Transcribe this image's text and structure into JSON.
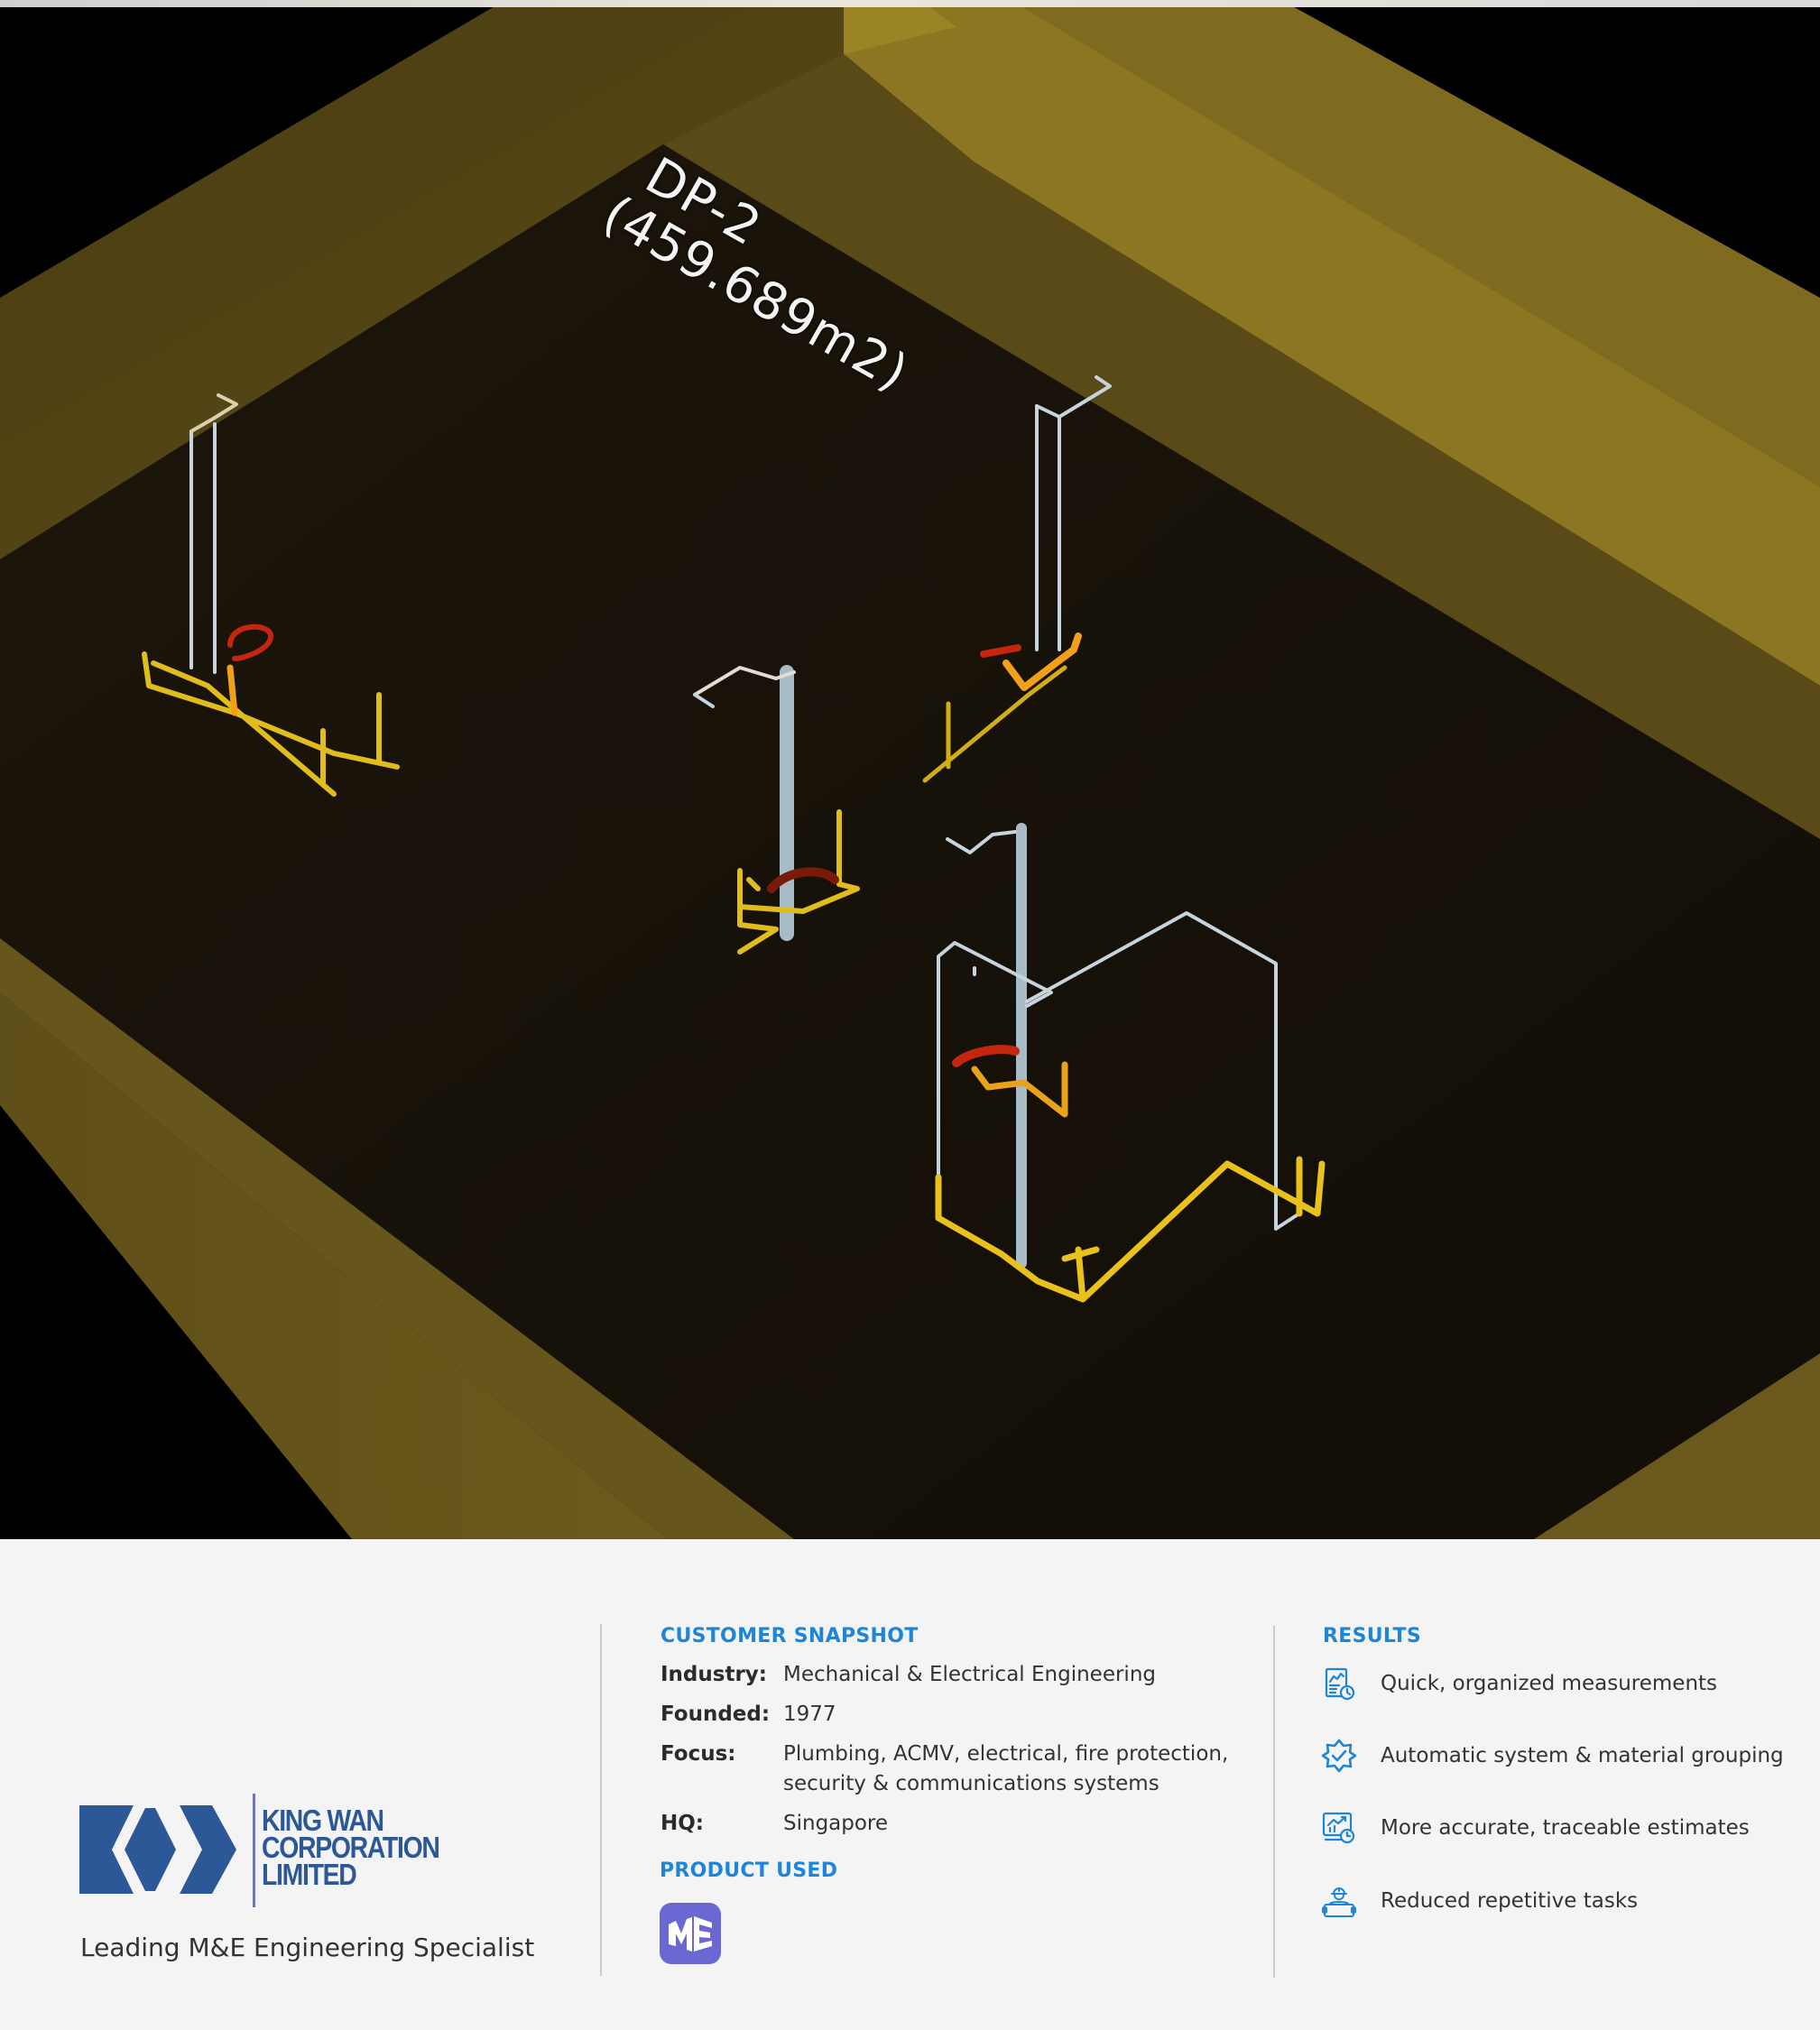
{
  "viewport": {
    "area_label": {
      "name": "DP-2",
      "area": "(459.689m2)"
    },
    "colors": {
      "background": "#000000",
      "floor": "#15100a",
      "beam_light": "#8c7622",
      "beam_mid": "#5e4e1a",
      "beam_dark": "#4a3d12",
      "pipe_white": "#c8d4dc",
      "pipe_yellow": "#e8c21a",
      "fitting_red": "#c4260e"
    }
  },
  "company": {
    "logo_text_line1": "KING WAN",
    "logo_text_line2": "CORPORATION",
    "logo_text_line3": "LIMITED",
    "tagline": "Leading M&E Engineering Specialist",
    "brand_color": "#2c5898"
  },
  "snapshot": {
    "title": "CUSTOMER SNAPSHOT",
    "facts": [
      {
        "label": "Industry:",
        "value": "Mechanical & Electrical Engineering"
      },
      {
        "label": "Founded:",
        "value": "1977"
      },
      {
        "label": "Focus:",
        "value": "Plumbing, ACMV, electrical, fire protection, security & communications systems"
      },
      {
        "label": "HQ:",
        "value": "Singapore"
      }
    ]
  },
  "product": {
    "title": "PRODUCT USED",
    "icon_text": "ME",
    "icon_color": "#6c68d3"
  },
  "results": {
    "title": "RESULTS",
    "accent": "#1f85d8",
    "items": [
      {
        "icon": "report-chart-clock-icon",
        "text": "Quick, organized measurements"
      },
      {
        "icon": "verified-badge-icon",
        "text": "Automatic system & material grouping"
      },
      {
        "icon": "monitor-chart-clock-icon",
        "text": "More accurate, traceable estimates"
      },
      {
        "icon": "engineer-with-blueprint-icon",
        "text": "Reduced repetitive tasks"
      }
    ]
  }
}
